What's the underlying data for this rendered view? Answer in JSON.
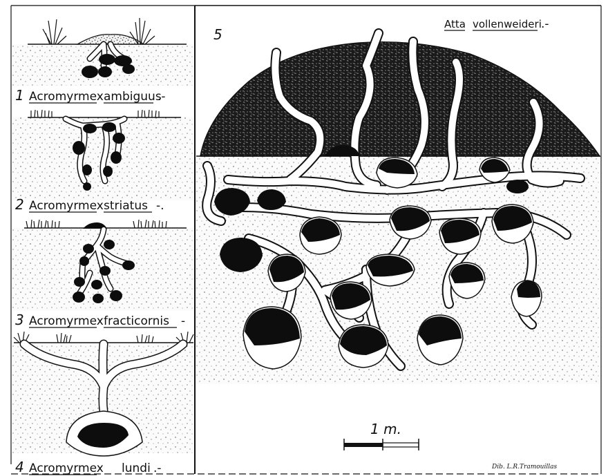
{
  "figure": {
    "panels": [
      {
        "number": "1",
        "genus": "Acromyrmex",
        "species": "ambiguus",
        "tail": ".-"
      },
      {
        "number": "2",
        "genus": "Acromyrmex",
        "species": "striatus",
        "tail": "-."
      },
      {
        "number": "3",
        "genus": "Acromyrmex",
        "species": "fracticornis",
        "tail": "-"
      },
      {
        "number": "4",
        "genus": "Acromyrmex",
        "species": "lundi",
        "tail": ".-"
      },
      {
        "number": "5",
        "genus": "Atta",
        "species": "vollenweideri",
        "tail": ".-"
      }
    ],
    "scale_bar_label": "1 m.",
    "artist_credit": "Dib. L.R.Tramouillas"
  }
}
